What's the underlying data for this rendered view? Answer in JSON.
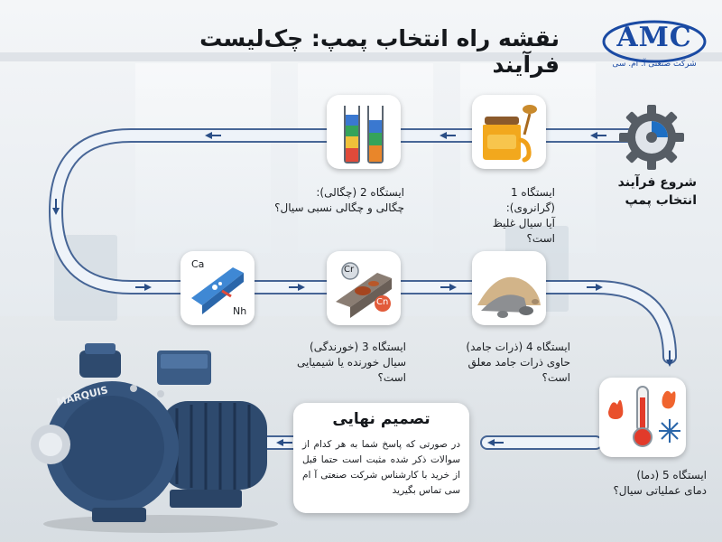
{
  "title": "نقشه راه انتخاب پمپ: چک‌لیست فرآیند",
  "logo": {
    "word": "AMC",
    "subtitle": "شرکت صنعتی آ. ام. سی"
  },
  "start": {
    "line1": "شروع فرآیند",
    "line2": "انتخاب پمپ"
  },
  "stations": {
    "s1": {
      "heading": "ایستگاه 1 (گرانروی):",
      "question": "آیا سیال غلیظ است؟"
    },
    "s2": {
      "heading": "ایستگاه 2 (چگالی):",
      "question": "چگالی و چگالی نسبی سیال؟"
    },
    "s3": {
      "heading": "ایستگاه 3 (خورندگی)",
      "question": "سیال خورنده یا شیمیایی است؟"
    },
    "s4": {
      "heading": "ایستگاه 4 (ذرات جامد)",
      "question_line1": "حاوی ذرات جامد معلق",
      "question_line2": "است؟"
    },
    "s5": {
      "heading": "ایستگاه 5 (دما)",
      "question": "دمای عملیاتی سیال؟"
    }
  },
  "final": {
    "title": "تصمیم نهایی",
    "body": "در صورتی که پاسخ شما به هر کدام از سوالات ذکر شده مثبت است حتما قبل از خرید با کارشناس شرکت صنعتی آ ام سی تماس بگیرید"
  },
  "icon_labels": {
    "cr": "Cr",
    "cn": "Cn",
    "ca": "Ca",
    "nh": "Nh"
  },
  "pump": {
    "brand": "MARQUIS"
  },
  "colors": {
    "path": "#e8eef6",
    "arrow": "#2a4e86",
    "pump_body": "#2e4a6e",
    "accent": "#1a4aa3"
  }
}
